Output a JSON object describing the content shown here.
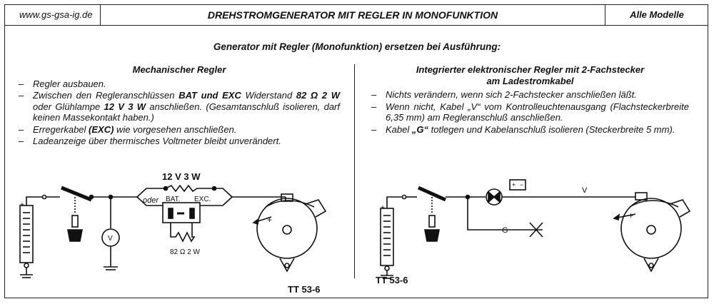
{
  "header": {
    "website": "www.gs-gsa-ig.de",
    "title": "DREHSTROMGENERATOR MIT REGLER IN MONOFUNKTION",
    "models": "Alle Modelle"
  },
  "subtitle": "Generator mit Regler (Monofunktion) ersetzen bei Ausführung:",
  "left": {
    "heading": "Mechanischer Regler",
    "items": [
      {
        "text": "Regler ausbauen."
      },
      {
        "p1": "Zwischen den Regleranschlüssen ",
        "b1": "BAT und EXC",
        "p2": " Widerstand ",
        "b2": "82 Ω 2 W",
        "p3": " oder Glühlampe ",
        "b3": "12 V 3 W",
        "p4": " anschließen. (Gesamtanschluß isolieren, darf keinen Massekontakt haben.)"
      },
      {
        "p1": "Erregerkabel ",
        "b1": "(EXC)",
        "p2": " wie vorgesehen anschließen."
      },
      {
        "text": "Ladeanzeige über thermisches Voltmeter bleibt unverändert."
      }
    ]
  },
  "right": {
    "heading_line1": "Integrierter elektronischer Regler mit 2-Fachstecker",
    "heading_line2": "am Ladestromkabel",
    "items": [
      {
        "text": "Nichts verändern, wenn sich 2-Fachstecker anschließen läßt."
      },
      {
        "text": "Wenn nicht, Kabel „V“ vom Kontrolleuchtenausgang (Flachsteckerbreite 6,35 mm) am Regleranschluß anschließen."
      },
      {
        "p1": "Kabel ",
        "b1": "„G“",
        "p2": " totlegen und Kabelanschluß isolieren (Steckerbreite 5 mm)."
      }
    ]
  },
  "diagram_left": {
    "lamp_label": "12 V 3 W",
    "oder": "oder",
    "bat": "BAT.",
    "exc": "EXC.",
    "resistor": "82 Ω 2 W",
    "voltmeter": "V",
    "plus": "+",
    "code": "TT 53-6"
  },
  "diagram_right": {
    "wire_v": "V",
    "wire_g": "G",
    "battery_plus": "+",
    "battery_minus": "−",
    "plus": "+",
    "code": "TT 53-6"
  }
}
